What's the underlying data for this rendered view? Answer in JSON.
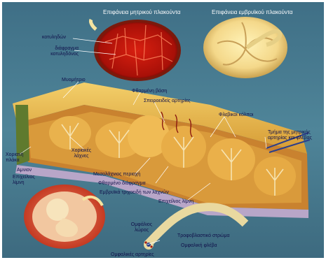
{
  "labels": {
    "maternal_surface": "Επιφάνεια μητρικού πλακούντα",
    "fetal_surface": "Επιφάνεια εμβρυϊκού πλακούντα",
    "cotyledons": "κοτυληδών",
    "cotyledon_septum": "διάφραγμα κοτυληδόνος",
    "myometrium": "Μυομήτριο",
    "decidua_basalis": "Φθαρμένη βάση",
    "spiral_arteries": "Σπειροειδείς αρτηρίες",
    "venous_sinuses": "Φλεβικοί κόλποι",
    "chorionic_plate": "Χοριακή πλάκα",
    "amnion": "Αμνιον",
    "chorionic_villi": "Χοριακές λάχνες",
    "intervillous_space": "Μεσολάχνιος περιοχή",
    "decidual_septum": "Φθαρμένο διάφραγμα",
    "fetal_capillaries": "Εμβρυϊκά τριχοειδή των λαχνών",
    "chorionic_epithelium": "Επιχείλιος λίμνη",
    "umbilical_cord": "Ομφάλιος λώρος",
    "trophoblastic_stroma": "Τροφοβλαστικό στρώμα",
    "umbilical_vein": "Ομφαλική φλέβα",
    "umbilical_arteries": "Ομφαλικές αρτηρίες",
    "maternal_vessels": "Τμήμα της μητρικής αρτηρίας και φλέβας"
  }
}
